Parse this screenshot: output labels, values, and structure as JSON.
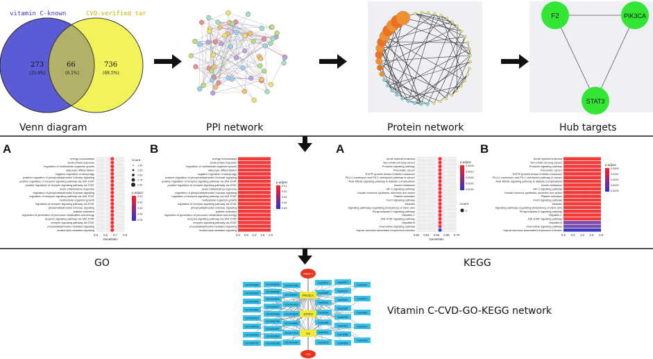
{
  "venn": {
    "left_label": "vitamin C-known",
    "right_label": "CVD-verified tar",
    "left_only": "273",
    "left_pct": "(25.4%)",
    "overlap": "66",
    "overlap_pct": "(6.1%)",
    "right_only": "736",
    "right_pct": "(68.5%)",
    "caption": "Venn diagram",
    "left_color": "#5b5bd6",
    "right_color": "#f2f25a",
    "overlap_color": "#b3b06a"
  },
  "ppi": {
    "caption": "PPI network"
  },
  "protein": {
    "caption": "Protein network"
  },
  "hub": {
    "caption": "Hub targets",
    "nodes": [
      "F2",
      "PIK3CA",
      "STAT3"
    ],
    "node_color": "#33e633"
  },
  "panels": {
    "go_a_letter": "A",
    "go_b_letter": "B",
    "kegg_a_letter": "A",
    "kegg_b_letter": "B",
    "go_caption": "GO",
    "kegg_caption": "KEGG"
  },
  "go_terms": [
    "energy homeostasis",
    "acute-phase response",
    "regulation of multicellular organism growth",
    "adipocyte differentiation",
    "negative regulation of autophagy",
    "positive regulation of phosphatidylinositol 3-kinase signaling",
    "positive regulation of receptor signaling pathway via JAK-STAT",
    "positive regulation of receptor signaling pathway via STAT",
    "acute inflammatory response",
    "regulation of phosphatidylinositol 3-kinase signaling",
    "regulation of receptor signaling pathway via JAK-STAT",
    "multicellular organism growth",
    "regulation of receptor signaling pathway via STAT",
    "phosphatidylinositol 3-kinase signaling",
    "platelet activation",
    "regulation of generation of precursor metabolites and energy",
    "receptor signaling pathway via JAK-STAT",
    "receptor signaling pathway via STAT",
    "phosphatidylinositol-mediated signaling",
    "inositol lipid-mediated signaling"
  ],
  "kegg_terms": [
    "Acute myeloid leukemia",
    "Non-small cell lung cancer",
    "Prolactin signaling pathway",
    "Pancreatic cancer",
    "EGFR tyrosine kinase inhibitor resistance",
    "PD-L1 expression and PD-1 checkpoint pathway in cancer",
    "AGE-RAGE signaling pathway in diabetic complications",
    "Insulin resistance",
    "HIF-1 signaling pathway",
    "Growth hormone synthesis, secretion and action",
    "Platelet activation",
    "FoxO signaling pathway",
    "Measles",
    "Signaling pathways regulating pluripotency of stem cells",
    "Phospholipase D signaling pathway",
    "Hepatitis C",
    "JAK-STAT signaling pathway",
    "Hepatitis B",
    "Chemokine signaling pathway",
    "Kaposi sarcoma-associated herpesvirus infection"
  ],
  "go_dot": {
    "x_ticks": [
      "0.5",
      "0.6",
      "0.7",
      "0.8"
    ],
    "xlabel": "GeneRatio",
    "xlim": [
      0.5,
      0.8
    ],
    "values": [
      0.67,
      0.67,
      0.67,
      0.67,
      0.67,
      0.67,
      0.67,
      0.67,
      0.67,
      0.67,
      0.67,
      0.67,
      0.67,
      0.67,
      0.67,
      0.67,
      0.67,
      0.67,
      0.67,
      0.67
    ],
    "count_title": "Count",
    "count_labels": [
      "1.00",
      "1.25",
      "1.50",
      "1.75",
      "2.00"
    ],
    "padj_title": "p.adjust",
    "padj_labels": [
      "0.01",
      "0.02",
      "0.03",
      "0.04",
      "0.05"
    ],
    "dot_color": "#ff2d2d"
  },
  "go_bar": {
    "x_ticks": [
      "0.0",
      "0.5",
      "1.0",
      "1.5",
      "2.0"
    ],
    "xlim": [
      0,
      2
    ],
    "values": [
      2,
      2,
      2,
      2,
      2,
      2,
      2,
      2,
      2,
      2,
      2,
      2,
      2,
      2,
      2,
      2,
      2,
      2,
      2,
      2
    ],
    "padj_title": "p.adjust",
    "padj_labels": [
      "0.01",
      "0.02",
      "0.03",
      "0.04",
      "0.05"
    ],
    "bar_color": "#f23a3a"
  },
  "kegg_dot": {
    "x_ticks": [
      "0.62",
      "0.64",
      "0.66",
      "0.68",
      "0.70"
    ],
    "xlabel": "GeneRatio",
    "xlim": [
      0.62,
      0.7
    ],
    "values": [
      0.667,
      0.667,
      0.667,
      0.667,
      0.667,
      0.667,
      0.667,
      0.667,
      0.667,
      0.667,
      0.667,
      0.667,
      0.667,
      0.667,
      0.667,
      0.667,
      0.667,
      0.667,
      0.667,
      0.667
    ],
    "padj_title": "p.adjust",
    "padj_labels": [
      "0.0005",
      "0.0010",
      "0.0015",
      "0.0020",
      "0.0025"
    ],
    "count_title": "Count",
    "count_labels": [
      "2"
    ],
    "dot_color": "#ff2d3c"
  },
  "kegg_bar": {
    "x_ticks": [
      "0.0",
      "0.5",
      "1.0",
      "1.5",
      "2.0"
    ],
    "xlim": [
      0,
      2
    ],
    "values": [
      2,
      2,
      2,
      2,
      2,
      2,
      2,
      2,
      2,
      2,
      2,
      2,
      2,
      2,
      2,
      2,
      2,
      2,
      2,
      2
    ],
    "padj_title": "p.adjust",
    "padj_labels": [
      "0.0005",
      "0.0010",
      "0.0015",
      "0.0020",
      "0.0025"
    ],
    "bar_color": "#f23a3a"
  },
  "network": {
    "caption": "Vitamin C-CVD-GO-KEGG network",
    "top_node": "Vitamin C",
    "bottom_node": "CVD",
    "center_nodes": [
      "PIK3CA",
      "STAT3",
      "F2"
    ],
    "left_nodes": [
      "GO:0032868",
      "GO:0033500",
      "GO:0010863",
      "GO:0014066",
      "GO:0019216",
      "GO:0048009",
      "GO:0043491",
      "GO:0050731",
      "GO:0006006",
      "GO:0008286",
      "GO:0042593",
      "GO:0046427",
      "GO:0014065",
      "GO:0050796",
      "GO:0051897",
      "GO:0032869",
      "GO:0030168",
      "GO:0007596",
      "GO:0050817",
      "GO:0001934",
      "GO:0018108",
      "GO:0045860",
      "GO:0071375",
      "GO:0043434"
    ],
    "right_nodes": [
      "hsa05212",
      "hsa04630",
      "hsa05161",
      "hsa05200",
      "hsa04066",
      "hsa05221",
      "hsa05223",
      "hsa04917",
      "hsa04151",
      "hsa04931",
      "hsa05160",
      "hsa04935",
      "hsa04611",
      "hsa04068",
      "hsa04550",
      "hsa05162",
      "hsa04072",
      "hsa04062",
      "hsa05167",
      "hsa04933"
    ],
    "go_color": "#3bbfe6",
    "hub_color": "#f2e83a",
    "end_color": "#e8321e"
  }
}
